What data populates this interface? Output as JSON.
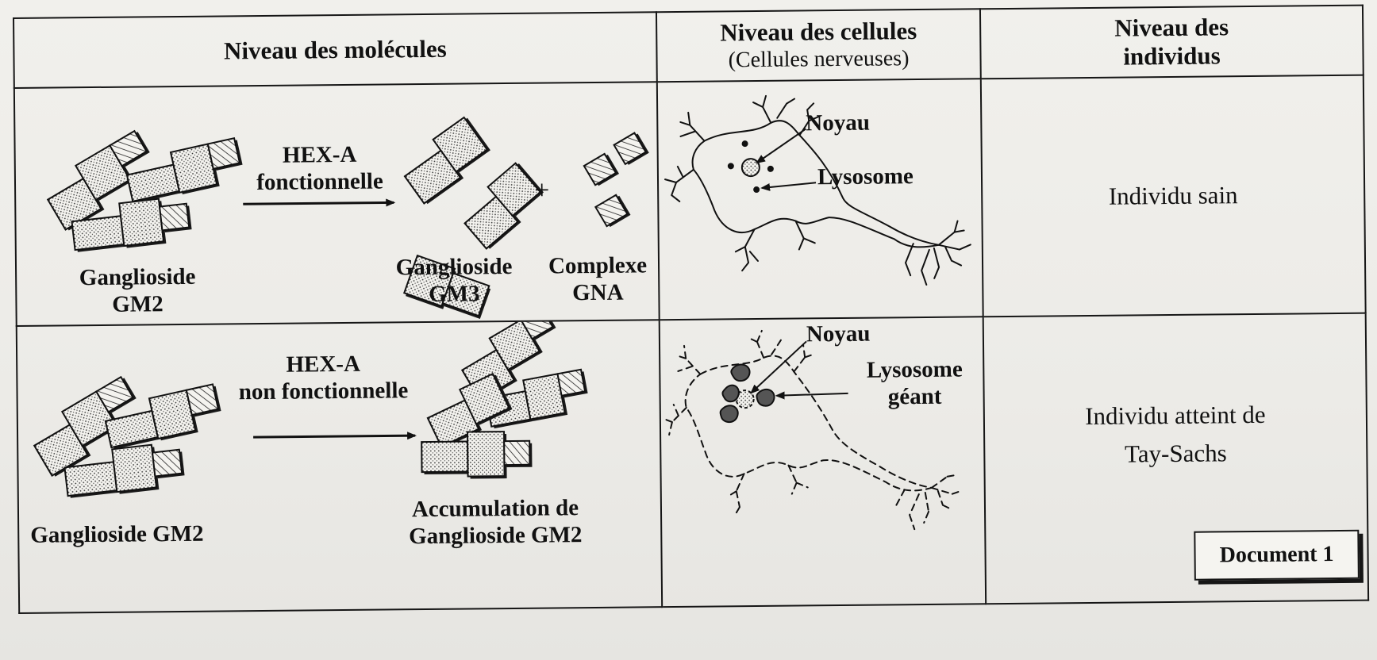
{
  "headers": {
    "molecules": "Niveau des molécules",
    "cells_title": "Niveau des cellules",
    "cells_subtitle": "(Cellules nerveuses)",
    "individuals": "Niveau des individus"
  },
  "row_healthy": {
    "substrate_label": "Ganglioside GM2",
    "enzyme_line1": "HEX-A",
    "enzyme_line2": "fonctionnelle",
    "plus": "+",
    "product1_label": "Ganglioside GM3",
    "product2_label": "Complexe GNA",
    "nucleus_label": "Noyau",
    "lysosome_label": "Lysosome",
    "individual": "Individu sain"
  },
  "row_disease": {
    "substrate_label": "Ganglioside GM2",
    "enzyme_line1": "HEX-A",
    "enzyme_line2": "non fonctionnelle",
    "accumulation_line1": "Accumulation de",
    "accumulation_line2": "Ganglioside GM2",
    "nucleus_label": "Noyau",
    "lysosome_line1": "Lysosome",
    "lysosome_line2": "géant",
    "individual_line1": "Individu atteint de",
    "individual_line2": "Tay-Sachs",
    "document_label": "Document 1"
  }
}
